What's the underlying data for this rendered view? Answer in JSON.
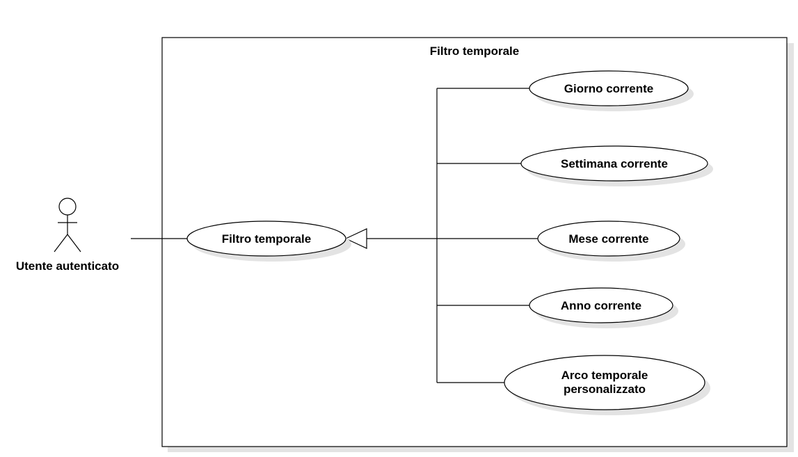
{
  "system": {
    "title": "Filtro temporale"
  },
  "actor": {
    "label": "Utente autenticato"
  },
  "main_use_case": {
    "label": "Filtro temporale"
  },
  "specializations": [
    {
      "label": "Giorno corrente"
    },
    {
      "label": "Settimana corrente"
    },
    {
      "label": "Mese corrente"
    },
    {
      "label": "Anno corrente"
    },
    {
      "label_line1": "Arco temporale",
      "label_line2": "personalizzato"
    }
  ]
}
